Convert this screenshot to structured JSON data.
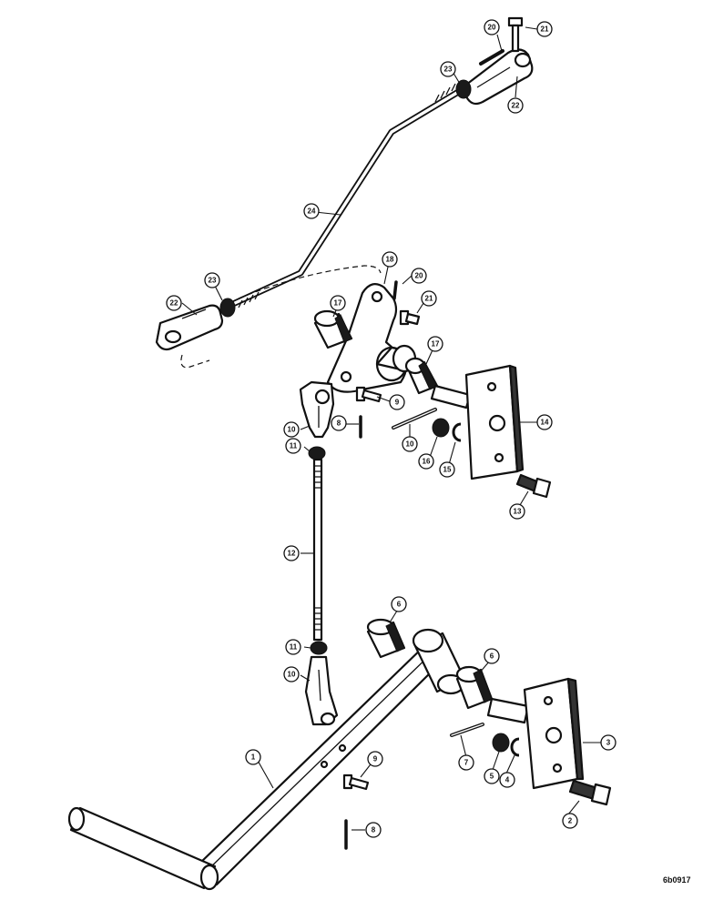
{
  "callouts": [
    {
      "id": "c1",
      "label": "1"
    },
    {
      "id": "c2",
      "label": "2"
    },
    {
      "id": "c3",
      "label": "3"
    },
    {
      "id": "c4",
      "label": "4"
    },
    {
      "id": "c5",
      "label": "5"
    },
    {
      "id": "c6a",
      "label": "6"
    },
    {
      "id": "c6b",
      "label": "6"
    },
    {
      "id": "c7",
      "label": "7"
    },
    {
      "id": "c8a",
      "label": "8"
    },
    {
      "id": "c8b",
      "label": "8"
    },
    {
      "id": "c9a",
      "label": "9"
    },
    {
      "id": "c9b",
      "label": "9"
    },
    {
      "id": "c10a",
      "label": "10"
    },
    {
      "id": "c10b",
      "label": "10"
    },
    {
      "id": "c10c",
      "label": "10"
    },
    {
      "id": "c11a",
      "label": "11"
    },
    {
      "id": "c11b",
      "label": "11"
    },
    {
      "id": "c12",
      "label": "12"
    },
    {
      "id": "c13",
      "label": "13"
    },
    {
      "id": "c14",
      "label": "14"
    },
    {
      "id": "c15",
      "label": "15"
    },
    {
      "id": "c16",
      "label": "16"
    },
    {
      "id": "c17a",
      "label": "17"
    },
    {
      "id": "c17b",
      "label": "17"
    },
    {
      "id": "c18",
      "label": "18"
    },
    {
      "id": "c20a",
      "label": "20"
    },
    {
      "id": "c20b",
      "label": "20"
    },
    {
      "id": "c21a",
      "label": "21"
    },
    {
      "id": "c21b",
      "label": "21"
    },
    {
      "id": "c22a",
      "label": "22"
    },
    {
      "id": "c22b",
      "label": "22"
    },
    {
      "id": "c23a",
      "label": "23"
    },
    {
      "id": "c23b",
      "label": "23"
    },
    {
      "id": "c24",
      "label": "24"
    }
  ],
  "figure_id": "6b0917"
}
